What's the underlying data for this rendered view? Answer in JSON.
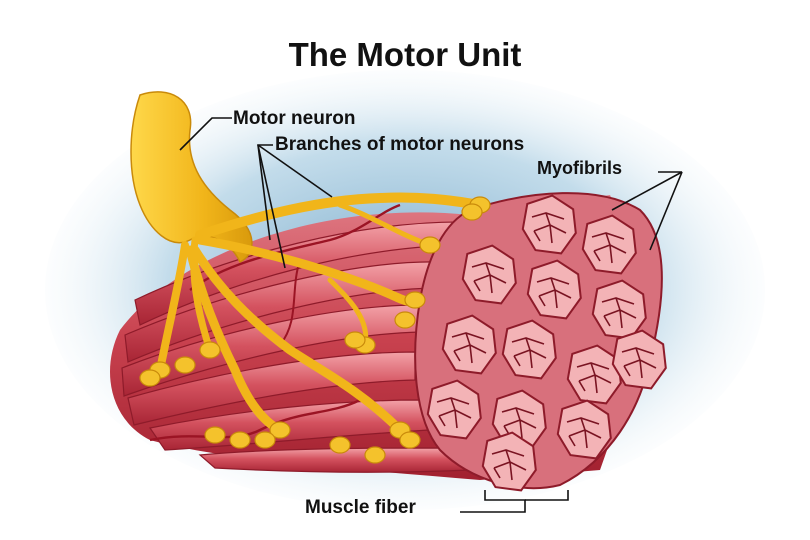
{
  "diagram": {
    "title": "The Motor Unit",
    "labels": {
      "motor_neuron": "Motor neuron",
      "branches": "Branches of motor neurons",
      "myofibrils": "Myofibrils",
      "muscle_fiber": "Muscle fiber"
    }
  },
  "colors": {
    "background_glow": "#9cc2da",
    "muscle_dark": "#a8283a",
    "muscle_mid": "#d0505e",
    "muscle_light": "#e88a92",
    "fiber_face": "#f2a8ac",
    "myofibril_fill": "#c63a4a",
    "neuron_yellow": "#f2bc1c",
    "neuron_shadow": "#c98a0a",
    "leader_line": "#111111"
  }
}
